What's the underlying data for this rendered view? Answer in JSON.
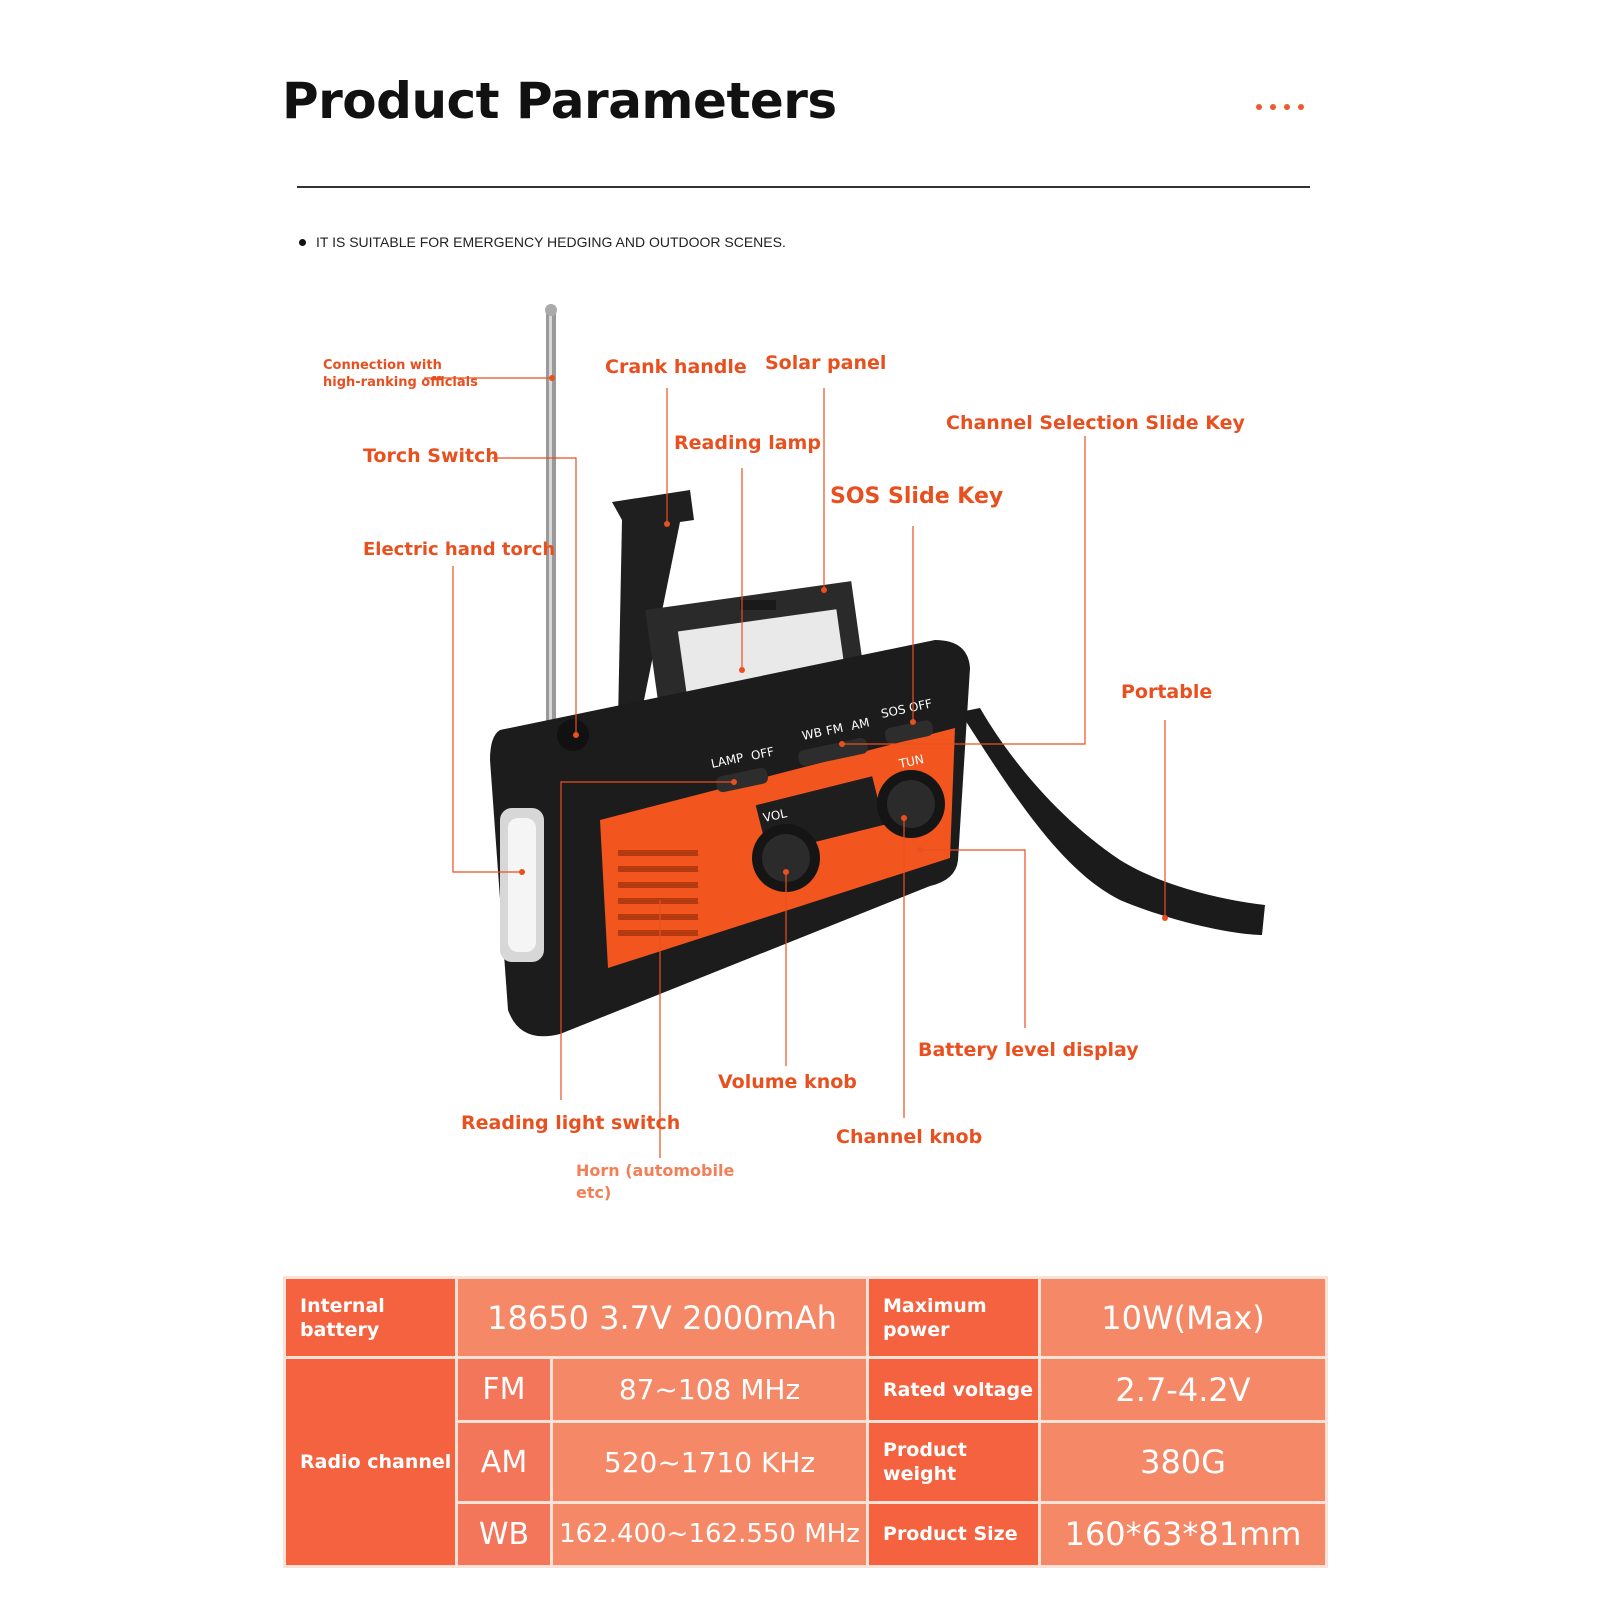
{
  "header": {
    "title": "Product Parameters",
    "subtitle": "IT IS SUITABLE FOR EMERGENCY HEDGING AND OUTDOOR SCENES."
  },
  "callouts": {
    "connection": "Connection with high-ranking officials",
    "torch_switch": "Torch Switch",
    "electric_torch": "Electric hand torch",
    "crank": "Crank handle",
    "solar": "Solar panel",
    "reading_lamp": "Reading lamp",
    "sos": "SOS Slide Key",
    "channel_key": "Channel Selection Slide Key",
    "portable": "Portable",
    "battery_display": "Battery level display",
    "volume_knob": "Volume knob",
    "channel_knob": "Channel knob",
    "reading_switch": "Reading light switch",
    "horn": "Horn (automobile etc)"
  },
  "device_labels": {
    "lamp": "LAMP",
    "off": "OFF",
    "wb": "WB",
    "fm": "FM",
    "am": "AM",
    "sos": "SOS",
    "vol": "VOL",
    "tun": "TUN"
  },
  "colors": {
    "accent": "#e8501f",
    "header_cell": "#f4623f",
    "value_cell": "#f58866"
  },
  "specs": {
    "battery_label": "Internal battery",
    "battery_value": "18650 3.7V 2000mAh",
    "max_power_label": "Maximum power",
    "max_power_value": "10W(Max)",
    "radio_label": "Radio channel",
    "bands": [
      {
        "band": "FM",
        "range": "87~108 MHz"
      },
      {
        "band": "AM",
        "range": "520~1710 KHz"
      },
      {
        "band": "WB",
        "range": "162.400~162.550 MHz"
      }
    ],
    "rated_voltage_label": "Rated voltage",
    "rated_voltage_value": "2.7-4.2V",
    "weight_label": "Product weight",
    "weight_value": "380G",
    "size_label": "Product Size",
    "size_value": "160*63*81mm"
  }
}
